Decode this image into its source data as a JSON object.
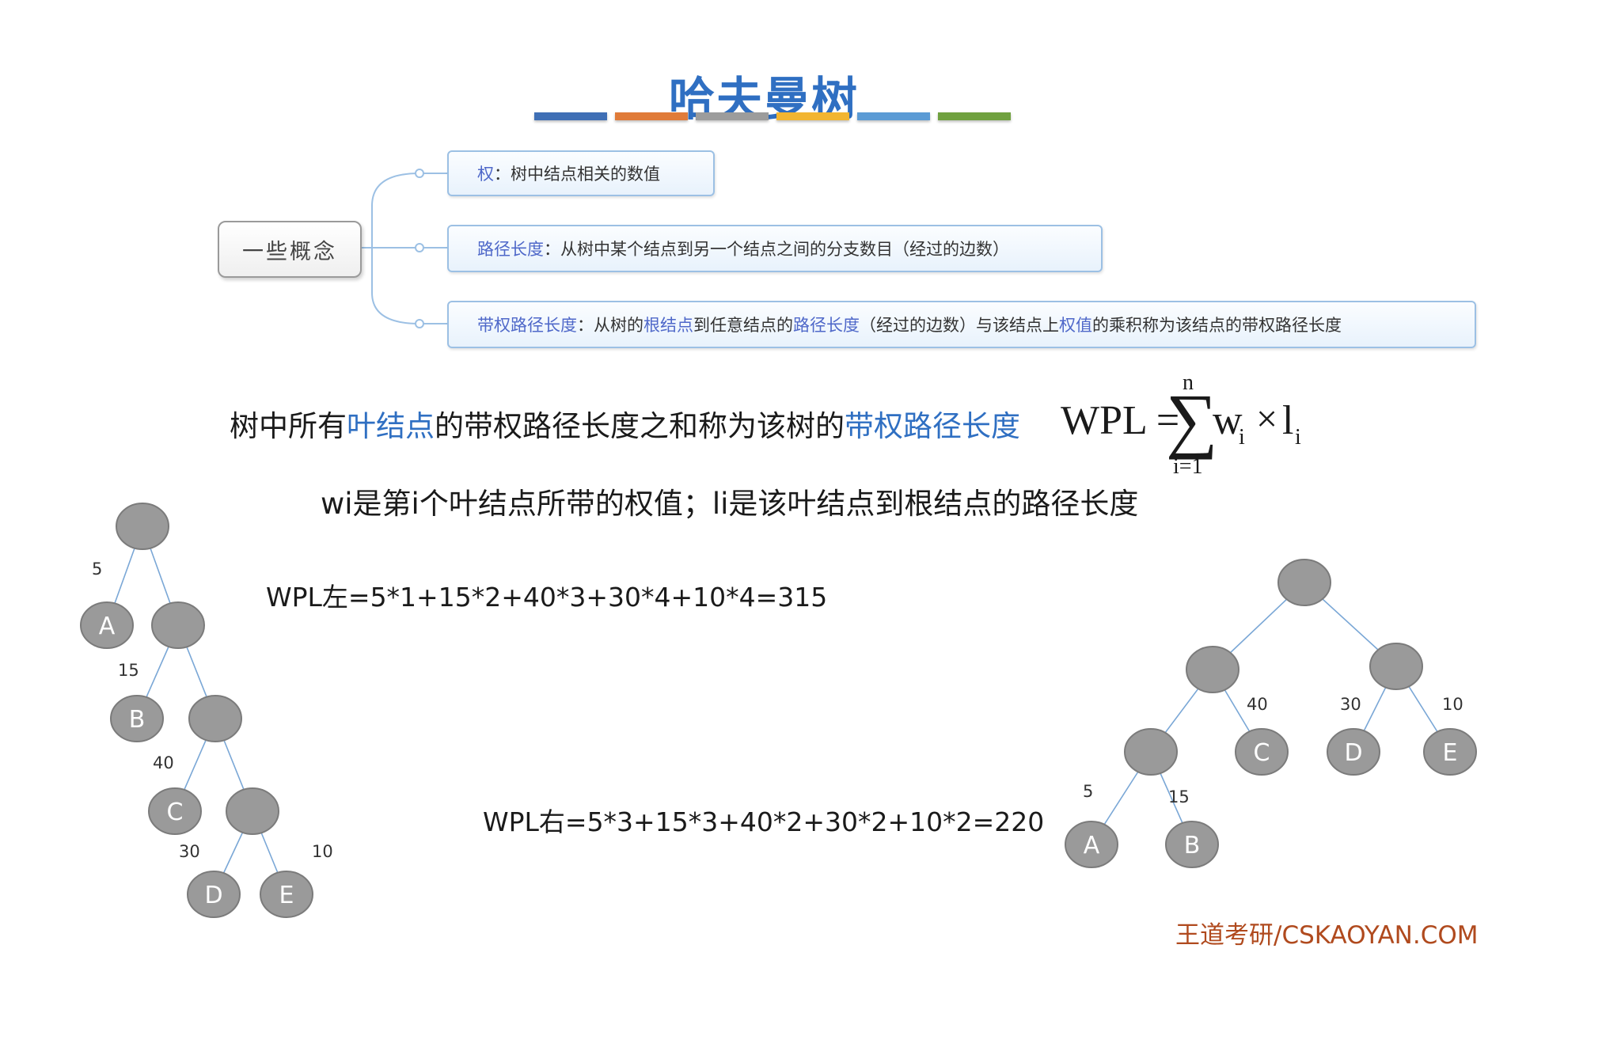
{
  "title": "哈夫曼树",
  "title_bar_colors": [
    "#3f6fb5",
    "#e07b39",
    "#9c9c9c",
    "#f2b531",
    "#5b9bd5",
    "#70a13f"
  ],
  "mindmap": {
    "root": "一些概念",
    "node1": {
      "term": "权",
      "sep": "：",
      "text": "树中结点相关的数值"
    },
    "node2": {
      "term": "路径长度",
      "sep": "：",
      "text": "从树中某个结点到另一个结点之间的分支数目（经过的边数）"
    },
    "node3": {
      "term": "带权路径长度",
      "sep": "：",
      "p1": "从树的",
      "h1": "根结点",
      "p2": "到任意结点的",
      "h2": "路径长度",
      "p3": "（经过的边数）与该结点上",
      "h3": "权值",
      "p4": "的乘积称为该结点的带权路径长度"
    }
  },
  "definition": {
    "p1": "树中所有",
    "h1": "叶结点",
    "p2": "的带权路径长度之和称为该树的",
    "h2": "带权路径长度"
  },
  "formula": {
    "lhs": "WPL =",
    "sigma": "∑",
    "upper": "n",
    "lower": "i=1",
    "w": "w",
    "w_sub": "i",
    "times": "×",
    "l": "l",
    "l_sub": "i"
  },
  "explanation": "wi是第i个叶结点所带的权值；li是该叶结点到根结点的路径长度",
  "wpl_left": "WPL左=5*1+15*2+40*3+30*4+10*4=315",
  "wpl_right": "WPL右=5*3+15*3+40*2+30*2+10*2=220",
  "watermark": "王道考研/CSKAOYAN.COM",
  "left_tree": {
    "leaves": [
      "A",
      "B",
      "C",
      "D",
      "E"
    ],
    "weights": [
      "5",
      "15",
      "40",
      "30",
      "10"
    ]
  },
  "right_tree": {
    "leaves": [
      "C",
      "D",
      "E",
      "A",
      "B"
    ],
    "weights": [
      "40",
      "30",
      "10",
      "5",
      "15"
    ]
  }
}
